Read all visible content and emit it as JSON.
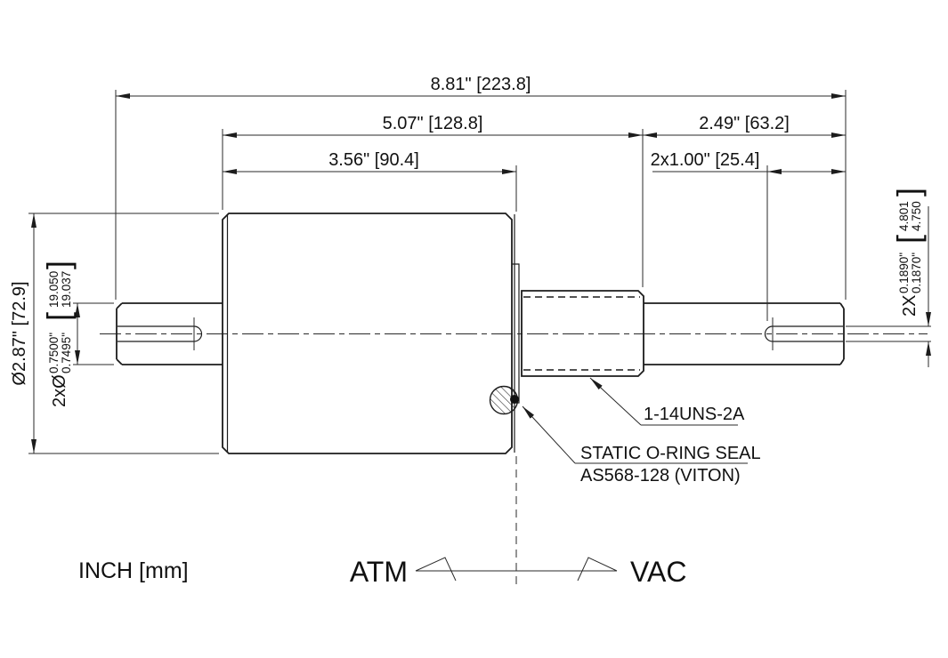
{
  "units_note": "INCH [mm]",
  "dims": {
    "overall_length": "8.81\" [223.8]",
    "flange_to_thread": "5.07\" [128.8]",
    "thread_to_end": "2.49\" [63.2]",
    "body_length": "3.56\" [90.4]",
    "slot_length": "2x1.00\" [25.4]",
    "body_diameter": "Ø2.87\" [72.9]"
  },
  "shaft_diameter": {
    "prefix": "2xØ",
    "inch_upper": "0.7500\"",
    "inch_lower": "0.7495\"",
    "bracket_open": "[",
    "mm_upper": "19.050",
    "mm_lower": "19.037",
    "bracket_close": "]"
  },
  "slot_width": {
    "prefix": "2X",
    "inch_upper": "0.1890\"",
    "inch_lower": "0.1870\"",
    "bracket_open": "[",
    "mm_upper": "4.801",
    "mm_lower": "4.750",
    "bracket_close": "]"
  },
  "callouts": {
    "thread": "1-14UNS-2A",
    "oring_line1": "STATIC O-RING SEAL",
    "oring_line2": "AS568-128 (VITON)"
  },
  "labels": {
    "atm": "ATM",
    "vac": "VAC"
  },
  "colors": {
    "line": "#1c1c1c",
    "background": "#ffffff"
  }
}
